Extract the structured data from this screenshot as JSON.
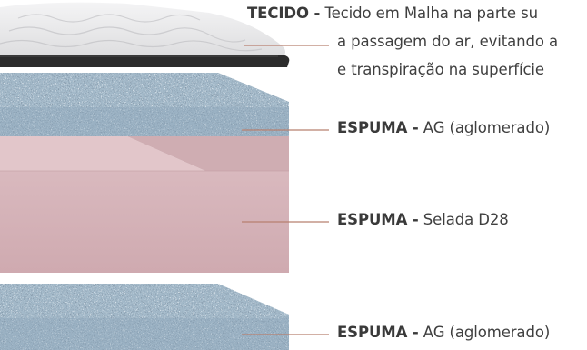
{
  "layers": [
    {
      "id": "tecido",
      "term": "TECIDO -",
      "desc": "Tecido em Malha na parte su",
      "desc_lines": [
        "a passagem do ar, evitando a",
        "e transpiração na superfície"
      ]
    },
    {
      "id": "espuma-ag-top",
      "term": "ESPUMA -",
      "desc": "AG (aglomerado)"
    },
    {
      "id": "espuma-selada",
      "term": "ESPUMA -",
      "desc": "Selada D28"
    },
    {
      "id": "espuma-ag-bottom",
      "term": "ESPUMA -",
      "desc": "AG (aglomerado)"
    }
  ],
  "colors": {
    "fabric": "#e9e9ea",
    "fabric_edge": "#2c2c2c",
    "foam_blue": "#9db4c6",
    "foam_blue_dark": "#6f8aa0",
    "foam_pink": "#d6b5ba",
    "foam_pink_top": "#e7cfd3",
    "leader_line": "#b8806f"
  }
}
